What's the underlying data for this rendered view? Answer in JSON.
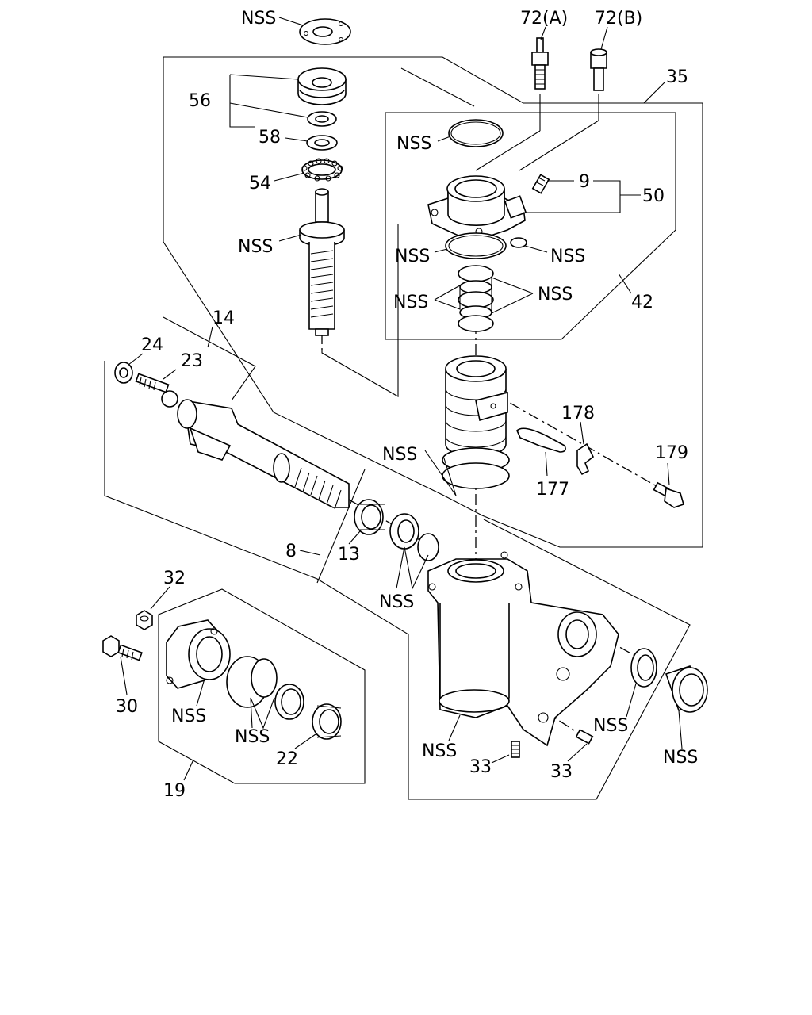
{
  "labels": {
    "nss_top": "NSS",
    "p72a": "72(A)",
    "p72b": "72(B)",
    "p35": "35",
    "p56": "56",
    "p58": "58",
    "p54": "54",
    "nss_pin": "NSS",
    "nss_oring_top": "NSS",
    "p9": "9",
    "p50": "50",
    "nss_valve_l": "NSS",
    "nss_valve_r": "NSS",
    "nss_rings_l": "NSS",
    "nss_rings_r": "NSS",
    "p42": "42",
    "p14": "14",
    "p24": "24",
    "p23": "23",
    "p178": "178",
    "p179": "179",
    "nss_piston": "NSS",
    "p177": "177",
    "p8": "8",
    "p13": "13",
    "nss_seals": "NSS",
    "p32": "32",
    "p30": "30",
    "nss_cover": "NSS",
    "nss_cover_rings": "NSS",
    "p22": "22",
    "p19": "19",
    "nss_housing": "NSS",
    "p33a": "33",
    "p33b": "33",
    "nss_side_seal": "NSS",
    "nss_side_cover": "NSS"
  }
}
